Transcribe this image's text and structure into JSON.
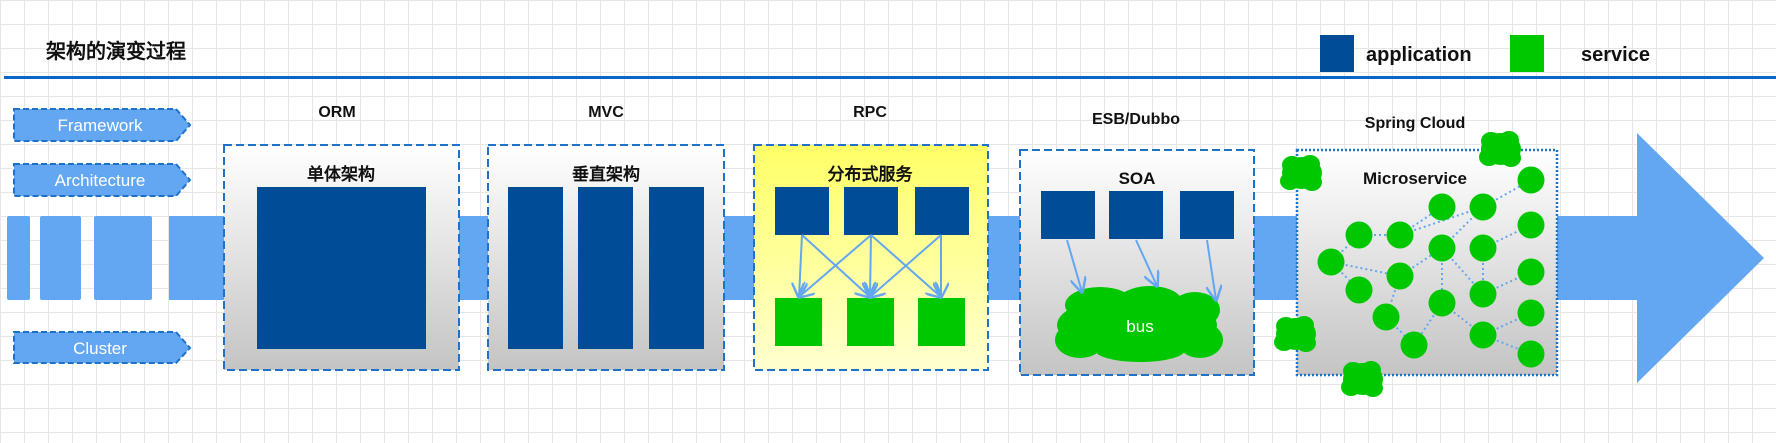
{
  "title": "架构的演变过程",
  "legend": [
    {
      "label": "application",
      "color": "#004c97"
    },
    {
      "label": "service",
      "color": "#00c800"
    }
  ],
  "tags": [
    "Framework",
    "Architecture",
    "Cluster"
  ],
  "stages": [
    {
      "framework": "ORM",
      "architecture": "单体架构"
    },
    {
      "framework": "MVC",
      "architecture": "垂直架构"
    },
    {
      "framework": "RPC",
      "architecture": "分布式服务"
    },
    {
      "framework": "ESB/Dubbo",
      "architecture": "SOA",
      "bus_label": "bus"
    },
    {
      "framework": "Spring Cloud",
      "architecture": "Microservice"
    }
  ],
  "colors": {
    "band": "#63a7f3",
    "border": "#1e73c8",
    "application": "#004c97",
    "service": "#00c800",
    "rpc_fill": "#ffff66"
  }
}
